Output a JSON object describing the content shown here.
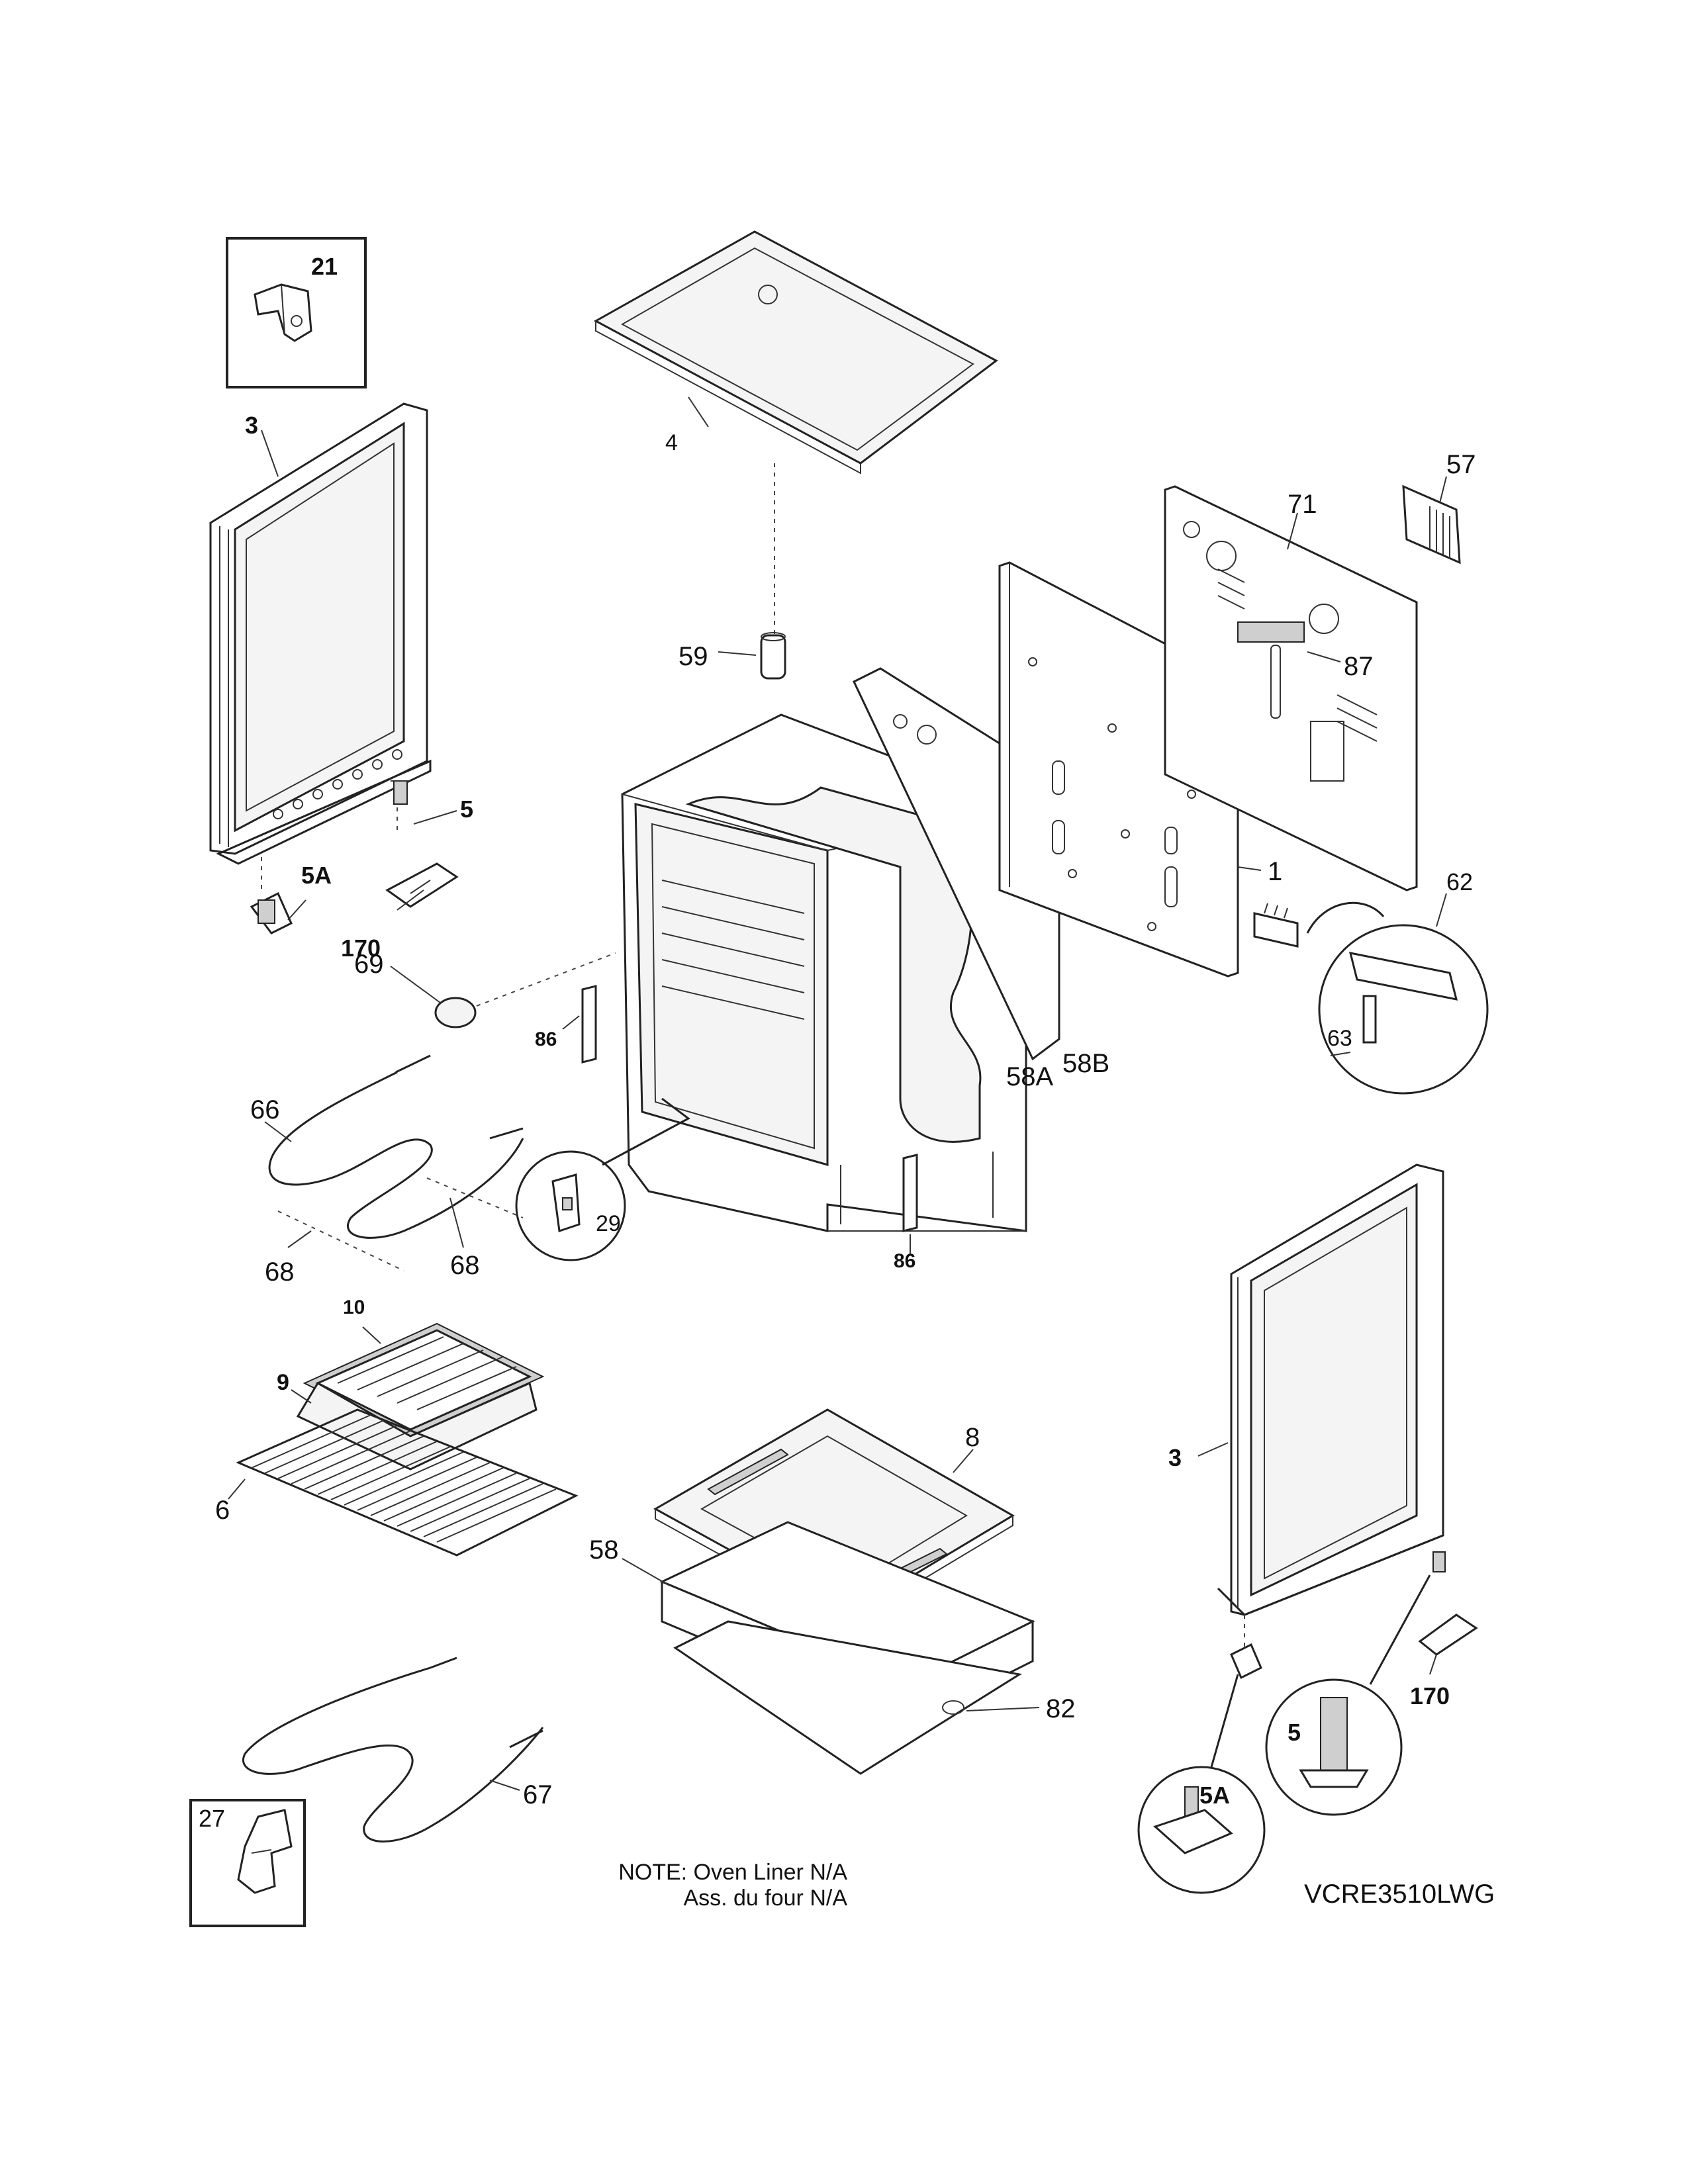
{
  "callouts": {
    "c21": "21",
    "c3_left": "3",
    "c4": "4",
    "c57": "57",
    "c71": "71",
    "c59": "59",
    "c87": "87",
    "c5_left": "5",
    "c5a_left": "5A",
    "c170_left": "170",
    "c1": "1",
    "c62": "62",
    "c63": "63",
    "c69": "69",
    "c86_left": "86",
    "c58a": "58A",
    "c58b": "58B",
    "c66": "66",
    "c29": "29",
    "c68_left": "68",
    "c68_right": "68",
    "c86_bottom": "86",
    "c10": "10",
    "c9": "9",
    "c8": "8",
    "c6": "6",
    "c3_right": "3",
    "c58": "58",
    "c82": "82",
    "c170_right": "170",
    "c5_right": "5",
    "c5a_right": "5A",
    "c67": "67",
    "c27": "27"
  },
  "note": {
    "line1": "NOTE: Oven Liner N/A",
    "line2": "Ass. du four N/A"
  },
  "model_number": "VCRE3510LWG",
  "icons": [
    "bracket-icon",
    "door-panel-icon",
    "leveling-leg-icon",
    "heating-element-icon",
    "rack-icon",
    "broil-pan-icon"
  ]
}
